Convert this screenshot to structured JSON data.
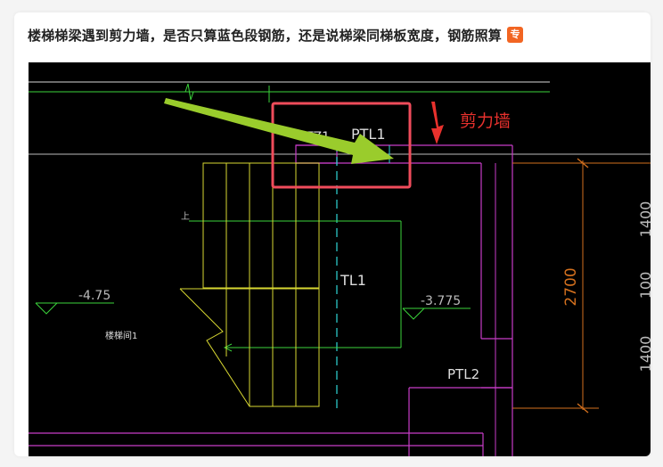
{
  "post": {
    "title": "楼梯梯梁遇到剪力墙，是否只算蓝色段钢筋，还是说梯梁同梯板宽度，钢筋照算",
    "badge": "专"
  },
  "drawing": {
    "labels": {
      "tz1": "TZ1",
      "ptl1": "PTL1",
      "shear_wall": "剪力墙",
      "tl1": "TL1",
      "elev_left": "-4.75",
      "elev_right": "-3.775",
      "stair_room": "楼梯间1",
      "up": "上",
      "ptl2": "PTL2",
      "dim_2700": "2700",
      "dim_1400_top": "1400",
      "dim_mid": "100",
      "dim_1400_bottom": "1400"
    },
    "colors": {
      "background": "#000000",
      "wall": "#c83cc8",
      "stair": "#d8d832",
      "grid": "#2fd7d7",
      "green_line": "#3bd43b",
      "dimension": "#d5711e",
      "highlight_box": "#f04c5b",
      "arrow_green": "#9acc2c",
      "arrow_red": "#e8312d",
      "annotation_red": "#e8312d"
    }
  }
}
